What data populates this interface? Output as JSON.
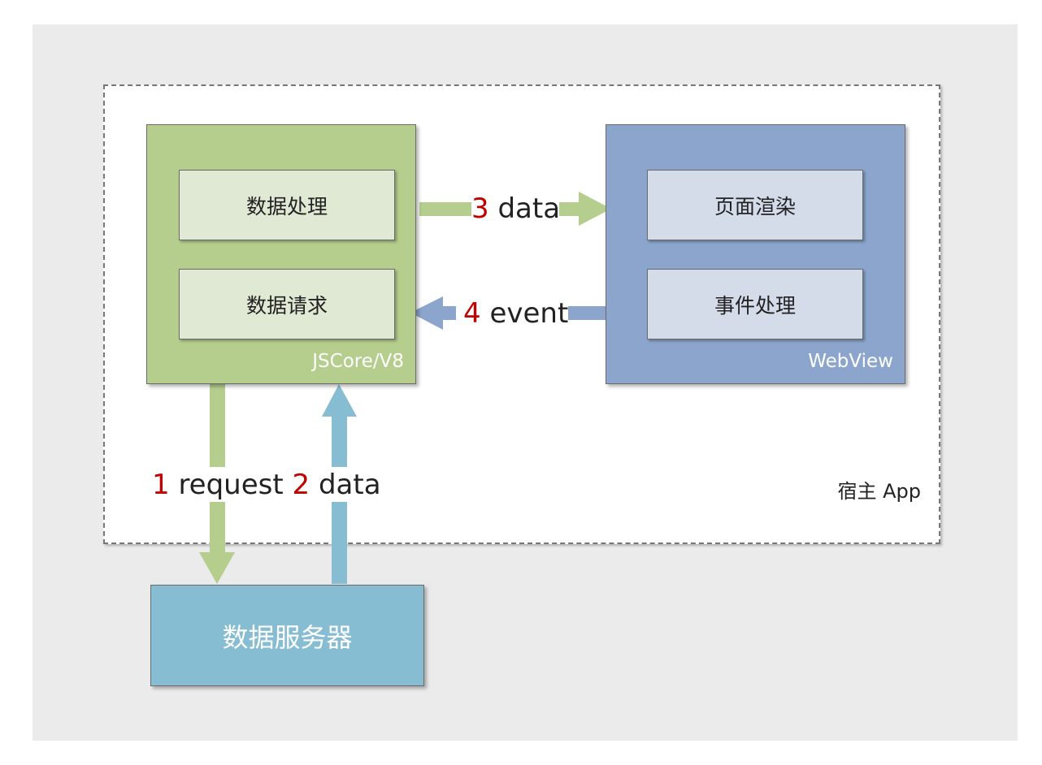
{
  "host": {
    "label": "宿主 App"
  },
  "jscore": {
    "label": "JSCore/V8",
    "items": [
      "数据处理",
      "数据请求"
    ]
  },
  "webview": {
    "label": "WebView",
    "items": [
      "页面渲染",
      "事件处理"
    ]
  },
  "server": {
    "label": "数据服务器"
  },
  "flows": [
    {
      "num": "1",
      "text": "request"
    },
    {
      "num": "2",
      "text": "data"
    },
    {
      "num": "3",
      "text": "data"
    },
    {
      "num": "4",
      "text": "event"
    }
  ],
  "colors": {
    "green_arrow": "#b5cd8d",
    "blue_arrow": "#8ba5cc",
    "cyan_arrow": "#87bdd2",
    "step_number": "#c00000"
  }
}
